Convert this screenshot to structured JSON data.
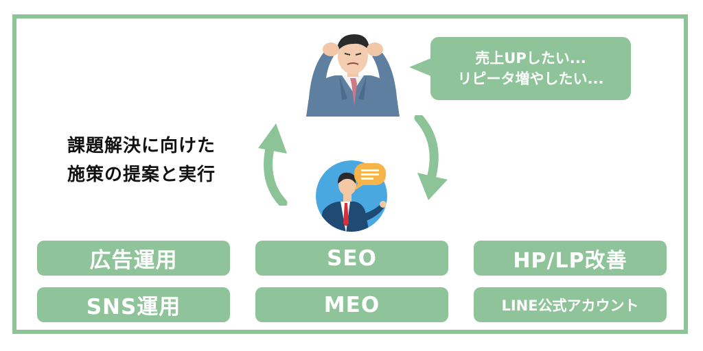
{
  "speech_bubble": {
    "line1": "売上UPしたい...",
    "line2": "リピータ増やしたい..."
  },
  "caption": {
    "line1": "課題解決に向けた",
    "line2": "施策の提案と実行"
  },
  "services": {
    "ad_ops": "広告運用",
    "seo": "SEO",
    "hp_lp": "HP/LP改善",
    "sns_ops": "SNS運用",
    "meo": "MEO",
    "line": "LINE公式アカウント"
  },
  "colors": {
    "accent": "#8fc49b",
    "border": "#8cc497",
    "consultant_bg": "#4aa8e0",
    "text_dark": "#111111"
  },
  "icons": [
    "worried-businessman-icon",
    "consultant-icon",
    "speech-icon",
    "cycle-arrow-icon"
  ]
}
